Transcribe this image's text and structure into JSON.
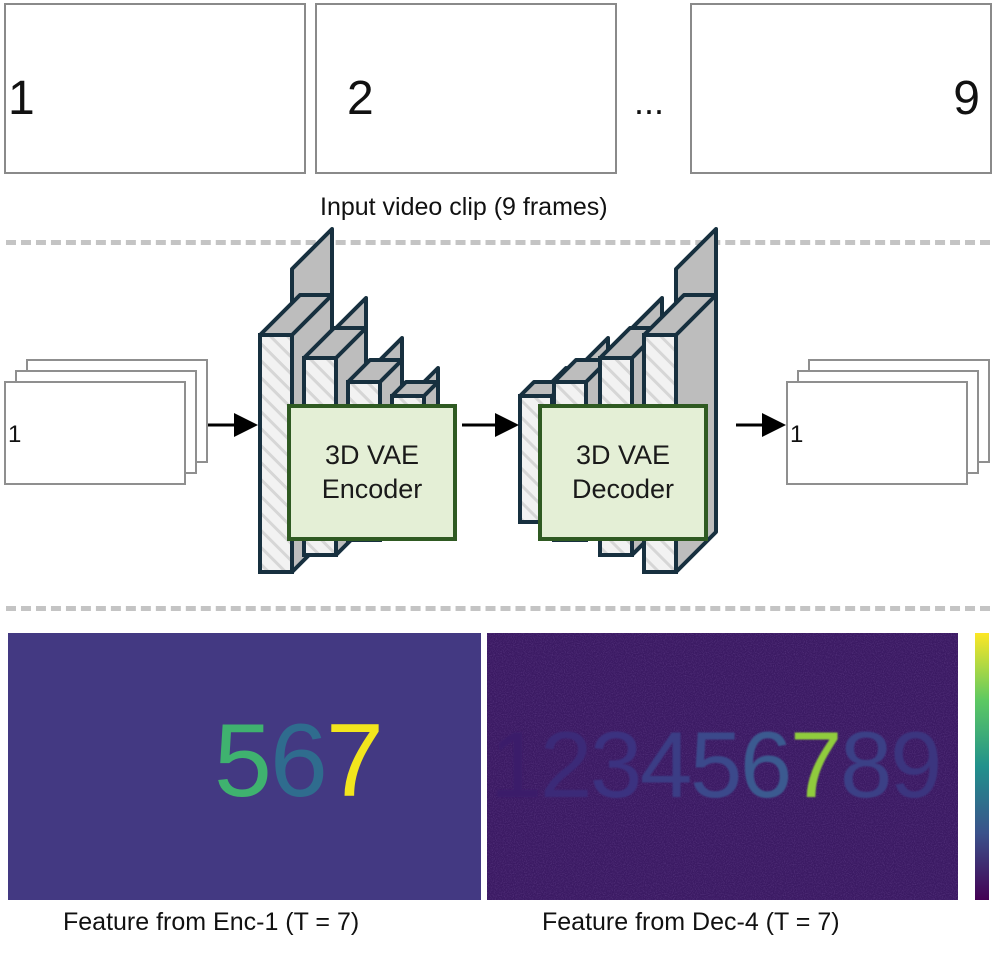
{
  "input_clip": {
    "frames": [
      "1",
      "2",
      "9"
    ],
    "ellipsis": "...",
    "caption": "Input video clip (9 frames)"
  },
  "vae": {
    "input_stack_label": "1",
    "output_stack_label": "1",
    "encoder": {
      "line1": "3D VAE",
      "line2": "Encoder"
    },
    "decoder": {
      "line1": "3D VAE",
      "line2": "Decoder"
    }
  },
  "features": {
    "enc": {
      "caption": "Feature from Enc-1 (T = 7)",
      "digits": [
        {
          "d": "5",
          "color": "#3fb26f"
        },
        {
          "d": "6",
          "color": "#2f6c8e"
        },
        {
          "d": "7",
          "color": "#f2e51d"
        }
      ],
      "background": "#433982"
    },
    "dec": {
      "caption": "Feature from Dec-4 (T = 7)",
      "digits": [
        {
          "d": "1",
          "color": "#3b1f6b"
        },
        {
          "d": "2",
          "color": "#3a2a78"
        },
        {
          "d": "3",
          "color": "#3b3380"
        },
        {
          "d": "4",
          "color": "#3a3c85"
        },
        {
          "d": "5",
          "color": "#3a4a8b"
        },
        {
          "d": "6",
          "color": "#3b5a90"
        },
        {
          "d": "7",
          "color": "#90cc3c"
        },
        {
          "d": "8",
          "color": "#3b3f86"
        },
        {
          "d": "9",
          "color": "#3a357f"
        }
      ],
      "background": "#3b1a63"
    },
    "colorbar": {
      "colors": [
        "#fde725",
        "#5ec962",
        "#21918c",
        "#3b528b",
        "#440154"
      ]
    }
  }
}
